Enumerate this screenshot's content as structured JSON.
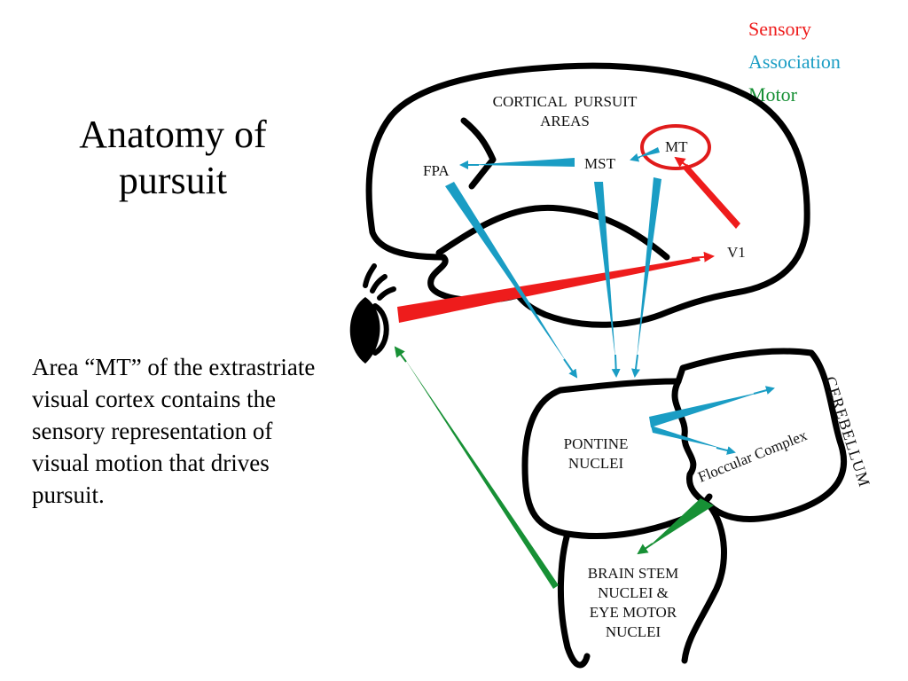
{
  "slide": {
    "title": "Anatomy of pursuit",
    "body": "Area “MT” of the extrastriate visual cortex contains the sensory representation of visual motion that drives pursuit."
  },
  "legend": {
    "items": [
      {
        "label": "Sensory",
        "color": "#ee1c1c"
      },
      {
        "label": "Association",
        "color": "#1a9dc4"
      },
      {
        "label": "Motor",
        "color": "#179035"
      }
    ]
  },
  "diagram": {
    "cortex_label_line1": "CORTICAL  PURSUIT",
    "cortex_label_line2": "AREAS",
    "fpa": "FPA",
    "mst": "MST",
    "mt": "MT",
    "v1": "V1",
    "pontine_line1": "PONTINE",
    "pontine_line2": "NUCLEI",
    "floccular": "Floccular Complex",
    "cerebellum": "CEREBELLUM",
    "brainstem_line1": "BRAIN STEM",
    "brainstem_line2": "NUCLEI &",
    "brainstem_line3": "EYE MOTOR",
    "brainstem_line4": "NUCLEI",
    "colors": {
      "sensory": "#ee1c1c",
      "association": "#1a9dc4",
      "motor": "#179035",
      "outline": "#000000",
      "mt_circle": "#e01b1b"
    },
    "icons": [
      "eye-icon"
    ]
  }
}
